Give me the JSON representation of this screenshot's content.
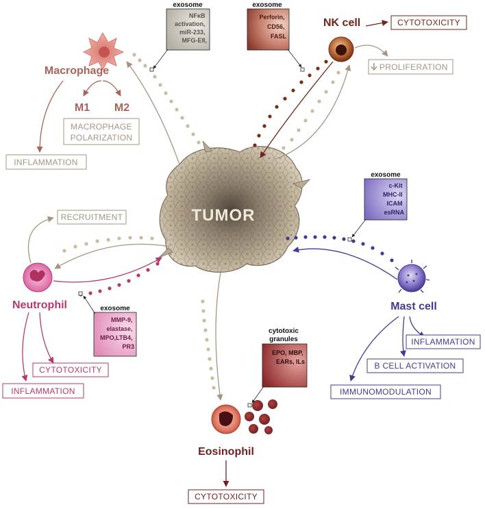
{
  "colors": {
    "macrophage": "#a8645a",
    "nk": "#6e2416",
    "neutrophil": "#b33a6b",
    "mast": "#4a3791",
    "eosinophil": "#6e1f22",
    "tumor_line": "#a49582",
    "box_border": "#a49582"
  },
  "tumor": {
    "label": "TUMOR"
  },
  "macrophage": {
    "name": "Macrophage",
    "m1": "M1",
    "m2": "M2",
    "polarization_line1": "MACROPHAGE",
    "polarization_line2": "POLARIZATION",
    "inflammation": "INFLAMMATION",
    "exosome": {
      "title": "exosome",
      "lines": [
        "NFκB",
        "activation,",
        "miR-233,",
        "MFG-E8,"
      ]
    }
  },
  "nk_cell": {
    "name": "NK cell",
    "cytotoxicity": "CYTOTOXICITY",
    "proliferation": "PROLIFERATION",
    "proliferation_arrow": "down-arrow-icon",
    "exosome": {
      "title": "exosome",
      "lines": [
        "Perforin,",
        "CD56,",
        "FASL"
      ]
    }
  },
  "neutrophil": {
    "name": "Neutrophil",
    "recruitment": "RECRUITMENT",
    "cytotoxicity": "CYTOTOXICITY",
    "inflammation": "INFLAMMATION",
    "exosome": {
      "title": "exosome",
      "lines": [
        "MMP-9,",
        "elastase,",
        "MPO,LTB4,",
        "PR3"
      ]
    }
  },
  "mast_cell": {
    "name": "Mast cell",
    "inflammation": "INFLAMMATION",
    "b_cell": "B CELL ACTIVATION",
    "immunomodulation": "IMMUNOMODULATION",
    "exosome": {
      "title": "exosome",
      "lines": [
        "c-Kit",
        "MHC-II",
        "ICAM",
        "esRNA"
      ]
    }
  },
  "eosinophil": {
    "name": "Eosinophil",
    "cytotoxicity": "CYTOTOXICITY",
    "granules": {
      "title_line1": "cytotoxic",
      "title_line2": "granules",
      "lines": [
        "EPO, MBP,",
        "EARs, ILs"
      ]
    }
  }
}
